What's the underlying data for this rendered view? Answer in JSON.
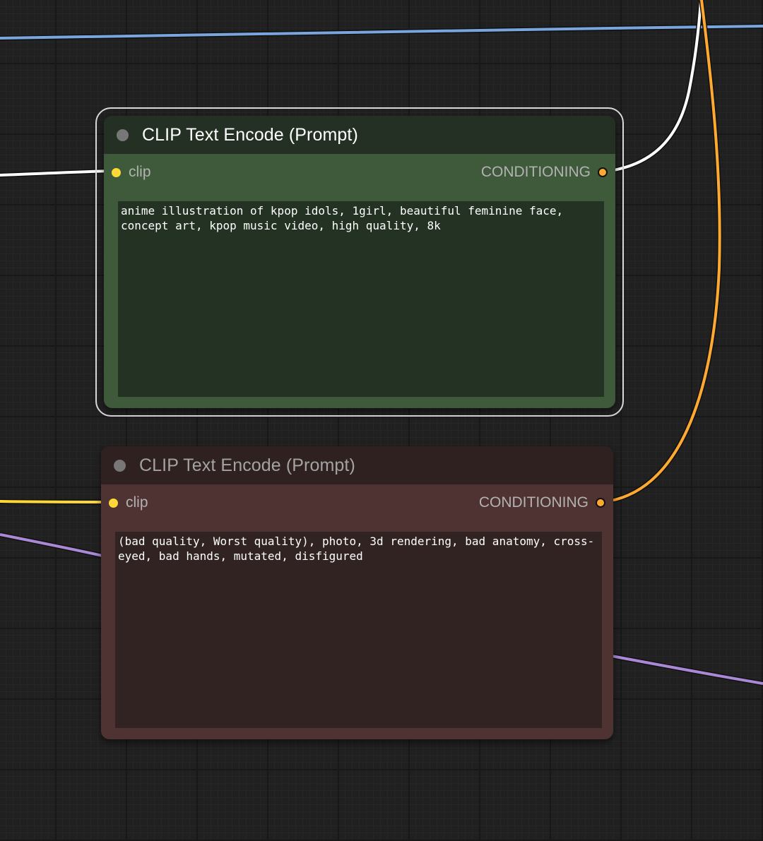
{
  "colors": {
    "canvas_bg": "#202020",
    "wire_clip": "#ffffff",
    "wire_clip_in": "#ffd737",
    "wire_conditioning": "#ffa931",
    "wire_latent": "#a989d6",
    "wire_model": "#7aa6dd",
    "positive_node_body": "#3f5a3b",
    "positive_node_title": "#233023",
    "negative_node_body": "#4f3232",
    "negative_node_title": "#2e2120"
  },
  "nodes": {
    "positive": {
      "title": "CLIP Text Encode (Prompt)",
      "input_label": "clip",
      "output_label": "CONDITIONING",
      "prompt_text": "anime illustration of kpop idols, 1girl, beautiful feminine face, concept art, kpop music video, high quality, 8k",
      "selected": true
    },
    "negative": {
      "title": "CLIP Text Encode (Prompt)",
      "input_label": "clip",
      "output_label": "CONDITIONING",
      "prompt_text": "(bad quality, Worst quality), photo, 3d rendering, bad anatomy, cross-eyed, bad hands, mutated, disfigured",
      "selected": false
    }
  }
}
